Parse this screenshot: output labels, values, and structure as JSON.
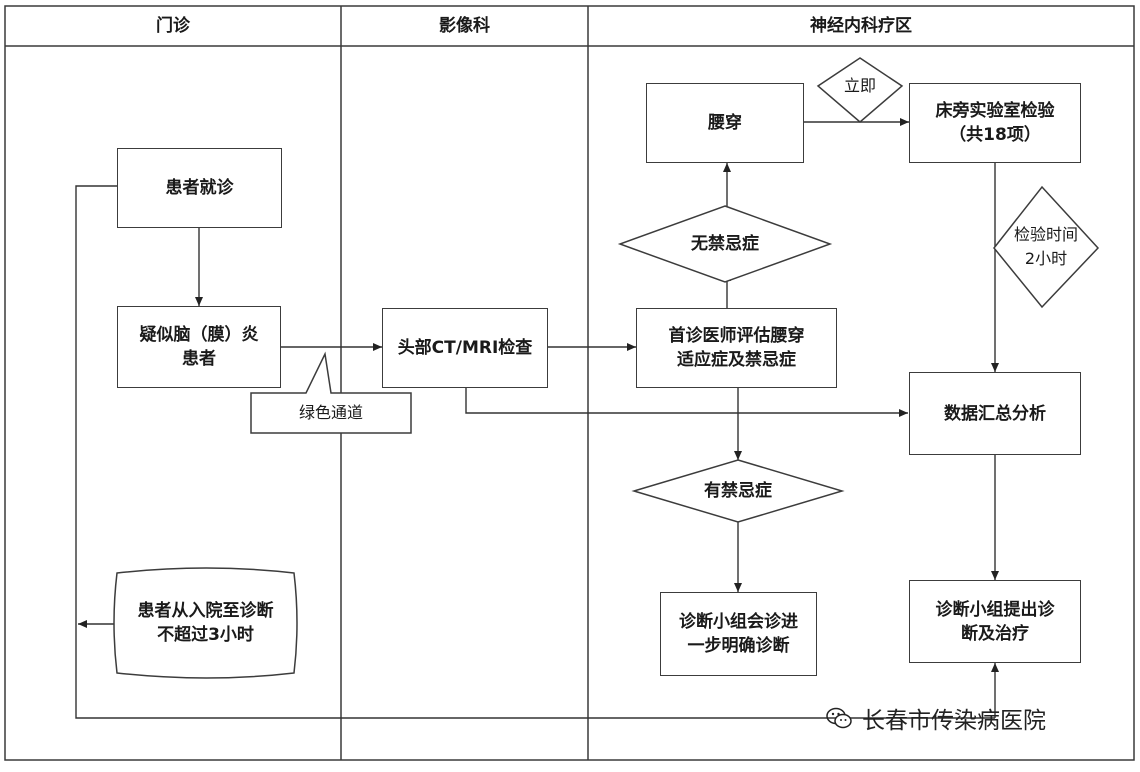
{
  "lanes": {
    "outpatient": "门诊",
    "imaging": "影像科",
    "neurology": "神经内科疗区"
  },
  "nodes": {
    "patient_visit": "患者就诊",
    "suspected_meningitis": "疑似脑（膜）炎\n患者",
    "green_channel": "绿色通道",
    "time_limit": "患者从入院至诊断\n不超过3小时",
    "head_ct_mri": "头部CT/MRI检查",
    "first_doctor_assess": "首诊医师评估腰穿\n适应症及禁忌症",
    "no_contraindication": "无禁忌症",
    "lumbar_puncture": "腰穿",
    "immediately": "立即",
    "bedside_lab": "床旁实验室检验\n（共18项）",
    "lab_time": "检验时间\n2小时",
    "data_analysis": "数据汇总分析",
    "has_contraindication": "有禁忌症",
    "group_consult": "诊断小组会诊进\n一步明确诊断",
    "group_diagnosis": "诊断小组提出诊\n断及治疗"
  },
  "watermark": {
    "text": "长春市传染病医院",
    "icon": "wechat-icon"
  }
}
